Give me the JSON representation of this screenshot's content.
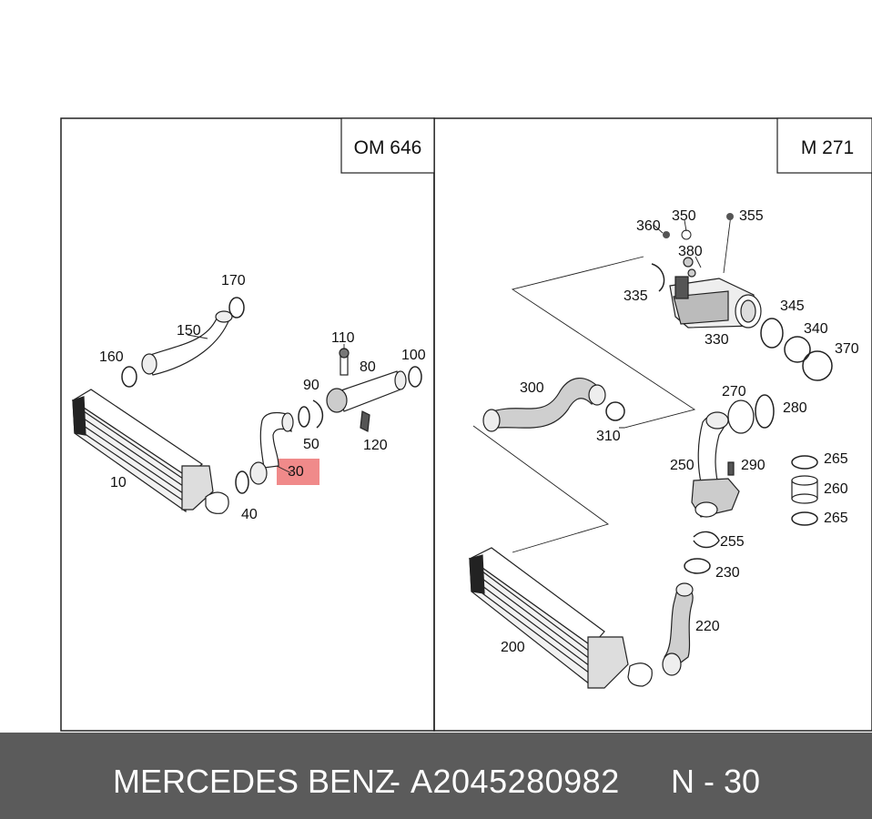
{
  "panels": [
    {
      "engine_label": "OM 646"
    },
    {
      "engine_label": "M 271"
    }
  ],
  "callouts_left": {
    "c170": "170",
    "c150": "150",
    "c160": "160",
    "c110": "110",
    "c80": "80",
    "c100": "100",
    "c90": "90",
    "c50": "50",
    "c120": "120",
    "c30": "30",
    "c10": "10",
    "c40": "40"
  },
  "callouts_right": {
    "c360": "360",
    "c350": "350",
    "c355": "355",
    "c380": "380",
    "c335": "335",
    "c345": "345",
    "c340": "340",
    "c370": "370",
    "c330": "330",
    "c300": "300",
    "c310": "310",
    "c270": "270",
    "c280": "280",
    "c265a": "265",
    "c260": "260",
    "c265b": "265",
    "c250": "250",
    "c290": "290",
    "c255": "255",
    "c230": "230",
    "c220": "220",
    "c200": "200"
  },
  "highlight": {
    "label": "30",
    "color": "#f08a8a"
  },
  "footer": {
    "brand": "MERCEDES BENZ",
    "separator": "-",
    "part_number": "A2045280982",
    "reference": "N - 30",
    "background": "#5b5b5b"
  }
}
